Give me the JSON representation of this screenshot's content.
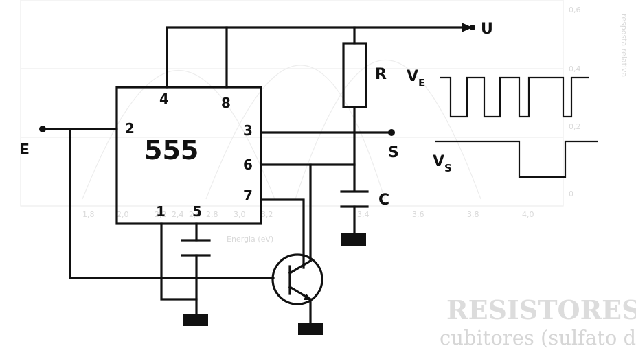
{
  "chip": {
    "label": "555"
  },
  "pins": {
    "p1": "1",
    "p2": "2",
    "p3": "3",
    "p4": "4",
    "p5": "5",
    "p6": "6",
    "p7": "7",
    "p8": "8"
  },
  "terminals": {
    "supply": "U",
    "input": "E",
    "output": "S",
    "resistor": "R",
    "capacitor": "C"
  },
  "waveforms": {
    "input": {
      "main": "V",
      "sub": "E"
    },
    "output": {
      "main": "V",
      "sub": "S"
    }
  },
  "show_through": {
    "heading": "RESISTORES",
    "body_line": "cubitores (sulfato de cádmio, selênio, seleneto de cádmio",
    "axis_title": "Energia (eV)",
    "tick_labels": [
      "0,6",
      "0,4",
      "0,2",
      "0",
      "1,8",
      "2,0",
      "2,2",
      "2,4",
      "2,6",
      "2,8",
      "3,0",
      "3,2",
      "3,4",
      "3,6",
      "3,8",
      "4,0"
    ],
    "vertical_caption": "resposta relativa"
  }
}
